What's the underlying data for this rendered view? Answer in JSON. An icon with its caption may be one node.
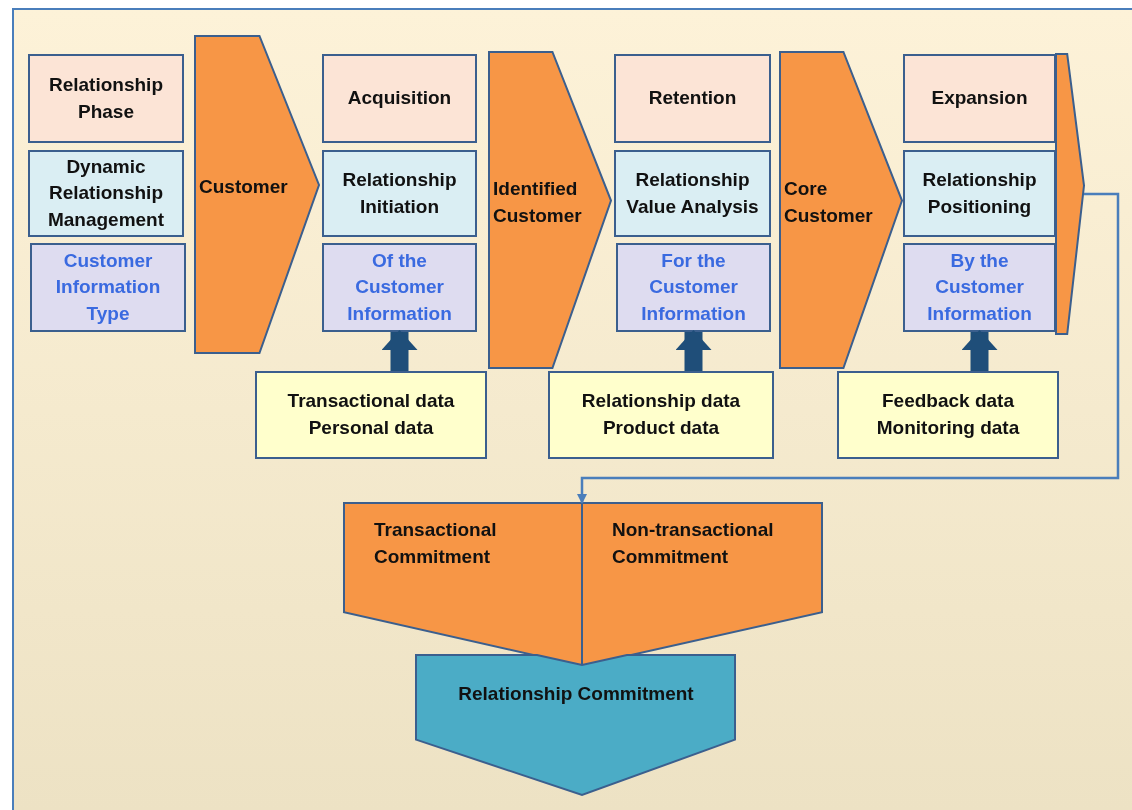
{
  "diagram": {
    "nodes": [
      {
        "text": [
          "Relationship Phase"
        ]
      },
      {
        "text": [
          "Dynamic Relationship Management"
        ]
      },
      {
        "text": [
          "Customer Information Type"
        ]
      },
      {
        "text": [
          "Customer"
        ]
      },
      {
        "text": [
          "Acquisition"
        ]
      },
      {
        "text": [
          "Relationship Initiation"
        ]
      },
      {
        "text": [
          "Of the Customer Information"
        ]
      },
      {
        "text": [
          "Transactional data Personal data"
        ]
      },
      {
        "text": [
          "Identified Customer"
        ]
      },
      {
        "text": [
          "Retention"
        ]
      },
      {
        "text": [
          "Relationship Value Analysis"
        ]
      },
      {
        "text": [
          "For the Customer Information"
        ]
      },
      {
        "text": [
          "Relationship data Product data"
        ]
      },
      {
        "text": [
          "Core Customer"
        ]
      },
      {
        "text": [
          "Expansion"
        ]
      },
      {
        "text": [
          "Relationship Positioning"
        ]
      },
      {
        "text": [
          "By the Customer Information"
        ]
      },
      {
        "text": [
          "Feedback data Monitoring data"
        ]
      },
      {
        "text": [],
        "shape": "arrow"
      },
      {
        "text": [
          "Transactional Commitment"
        ]
      },
      {
        "text": [
          "Non-transactional Commitment"
        ]
      },
      {
        "text": [
          "Relationship Commitment"
        ]
      }
    ],
    "edges": [
      {
        "from": 7,
        "to": 6,
        "arrow": "to"
      },
      {
        "from": 12,
        "to": 11,
        "arrow": "to"
      },
      {
        "from": 17,
        "to": 16,
        "arrow": "to"
      },
      {
        "from": 18,
        "to": 19,
        "arrow": "to",
        "color": "#4a7ebb"
      }
    ]
  }
}
